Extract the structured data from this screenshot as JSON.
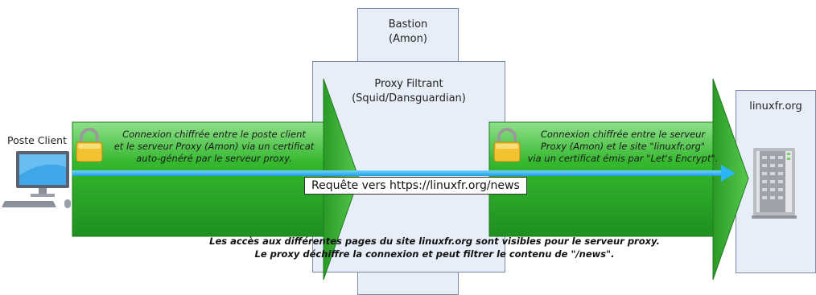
{
  "nodes": {
    "bastion": "Bastion\n(Amon)",
    "proxy": "Proxy Filtrant\n(Squid/Dansguardian)",
    "site": "linuxfr.org",
    "client": "Poste Client"
  },
  "tunnels": {
    "left_note": "Connexion chiffrée entre le poste client\net le serveur Proxy (Amon) via un certificat\nauto-généré par le serveur proxy.",
    "right_note": "Connexion chiffrée entre le serveur\nProxy (Amon) et le site \"linuxfr.org\"\nvia un certificat émis par \"Let's Encrypt\"."
  },
  "request_label": "Requête vers https://linuxfr.org/news",
  "bottom_note": "Les accès aux différentes pages du site linuxfr.org sont visibles pour le serveur proxy.\nLe proxy déchiffre la connexion et peut filtrer le contenu de \"/news\".",
  "colors": {
    "box_fill": "#e8eef8",
    "box_stroke": "#7a8aa6",
    "tunnel_green": "#2fb52f",
    "request_arrow": "#29b6f6",
    "lock_gold": "#f2c230"
  }
}
